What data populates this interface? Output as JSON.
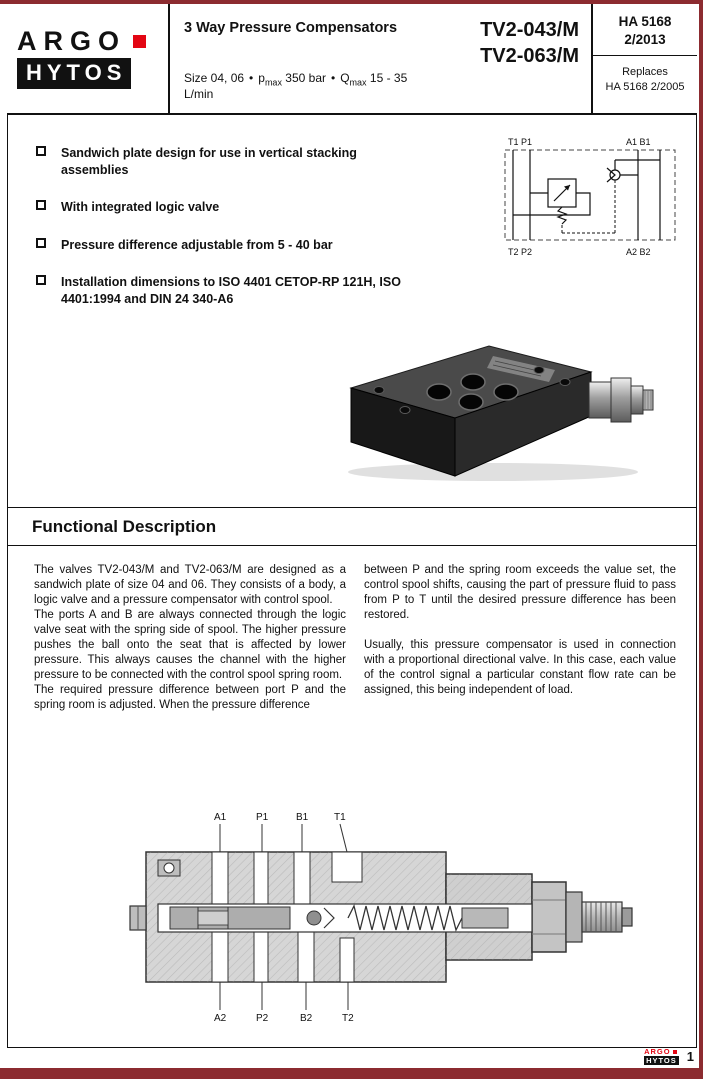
{
  "colors": {
    "brand_red": "#e30613",
    "accent_maroon": "#8c2b30"
  },
  "header": {
    "logo": {
      "line1": "ARGO",
      "line2": "HYTOS"
    },
    "title": "3 Way Pressure Compensators",
    "subtitle": {
      "size": "Size 04, 06",
      "bullet": "•",
      "p_label": "p",
      "max_sub": "max",
      "p_value": "350 bar",
      "q_label": "Q",
      "q_value": "15 - 35 L/min"
    },
    "models": [
      "TV2-043/M",
      "TV2-063/M"
    ],
    "doc": {
      "number": "HA 5168",
      "date": "2/2013",
      "replaces_label": "Replaces",
      "replaces_value": "HA 5168  2/2005"
    }
  },
  "features": [
    "Sandwich plate design for use in vertical stacking assemblies",
    "With integrated logic valve",
    "Pressure difference adjustable from 5 - 40 bar",
    "Installation dimensions to ISO 4401 CETOP-RP 121H, ISO 4401:1994 and DIN 24 340-A6"
  ],
  "schematic": {
    "top_left": "T1 P1",
    "top_right": "A1 B1",
    "bottom_left": "T2 P2",
    "bottom_right": "A2 B2"
  },
  "functional": {
    "heading": "Functional Description",
    "col1": [
      "The valves TV2-043/M and TV2-063/M are designed as a sandwich plate of size 04 and 06. They consists of a body, a logic valve and a pressure compensator with control spool.",
      "The ports A and B are always connected through the logic valve seat with the spring side of spool. The higher pressure pushes the ball onto the seat that is affected by lower pressure. This always causes the channel with the higher pressure to be connected with the control spool spring room.",
      "The required pressure difference between port P and the spring room is adjusted. When the pressure difference"
    ],
    "col2": [
      "between P and the spring room exceeds the value set, the control spool shifts, causing the part of pressure fluid to pass from P to T until the desired pressure difference has been restored.",
      "Usually, this pressure compensator is used in connection with a proportional directional valve. In this case, each value of the control signal a particular constant flow rate can be assigned, this being independent of load."
    ]
  },
  "drawing": {
    "top_labels": [
      "A1",
      "P1",
      "B1",
      "T1"
    ],
    "bottom_labels": [
      "A2",
      "P2",
      "B2",
      "T2"
    ]
  },
  "footer": {
    "logo_line1": "ARGO",
    "logo_line2": "HYTOS",
    "page": "1"
  }
}
